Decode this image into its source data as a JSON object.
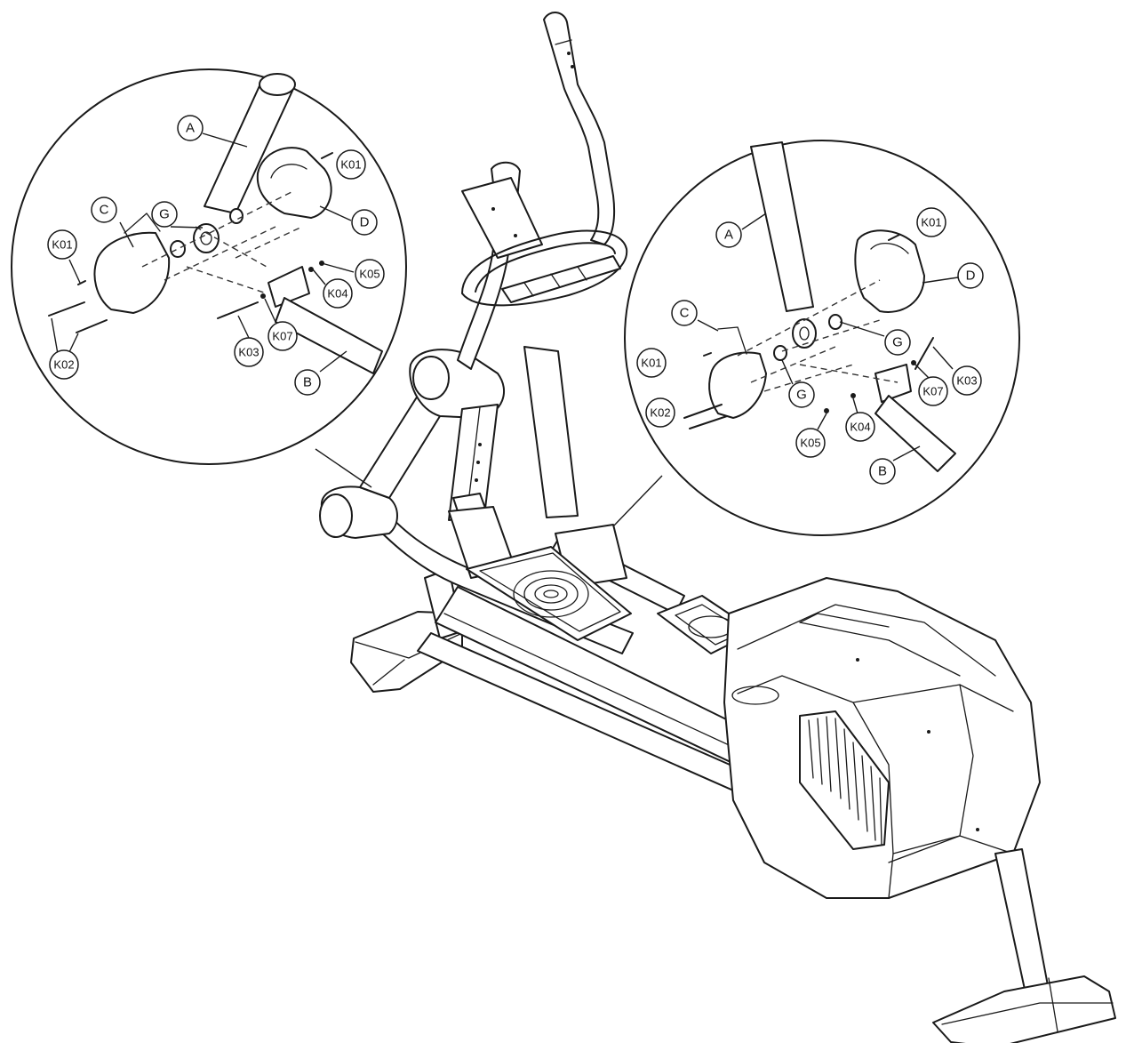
{
  "left_detail": {
    "labels": {
      "A": "A",
      "G": "G",
      "K01_top": "K01",
      "C": "C",
      "D": "D",
      "K01_left": "K01",
      "K05": "K05",
      "K04": "K04",
      "K02": "K02",
      "K03": "K03",
      "K07": "K07",
      "B": "B"
    }
  },
  "right_detail": {
    "labels": {
      "A": "A",
      "K01_top": "K01",
      "D": "D",
      "C": "C",
      "G_right": "G",
      "K01_left": "K01",
      "G_left": "G",
      "K07": "K07",
      "K03": "K03",
      "K02": "K02",
      "K04": "K04",
      "K05": "K05",
      "B": "B"
    }
  }
}
